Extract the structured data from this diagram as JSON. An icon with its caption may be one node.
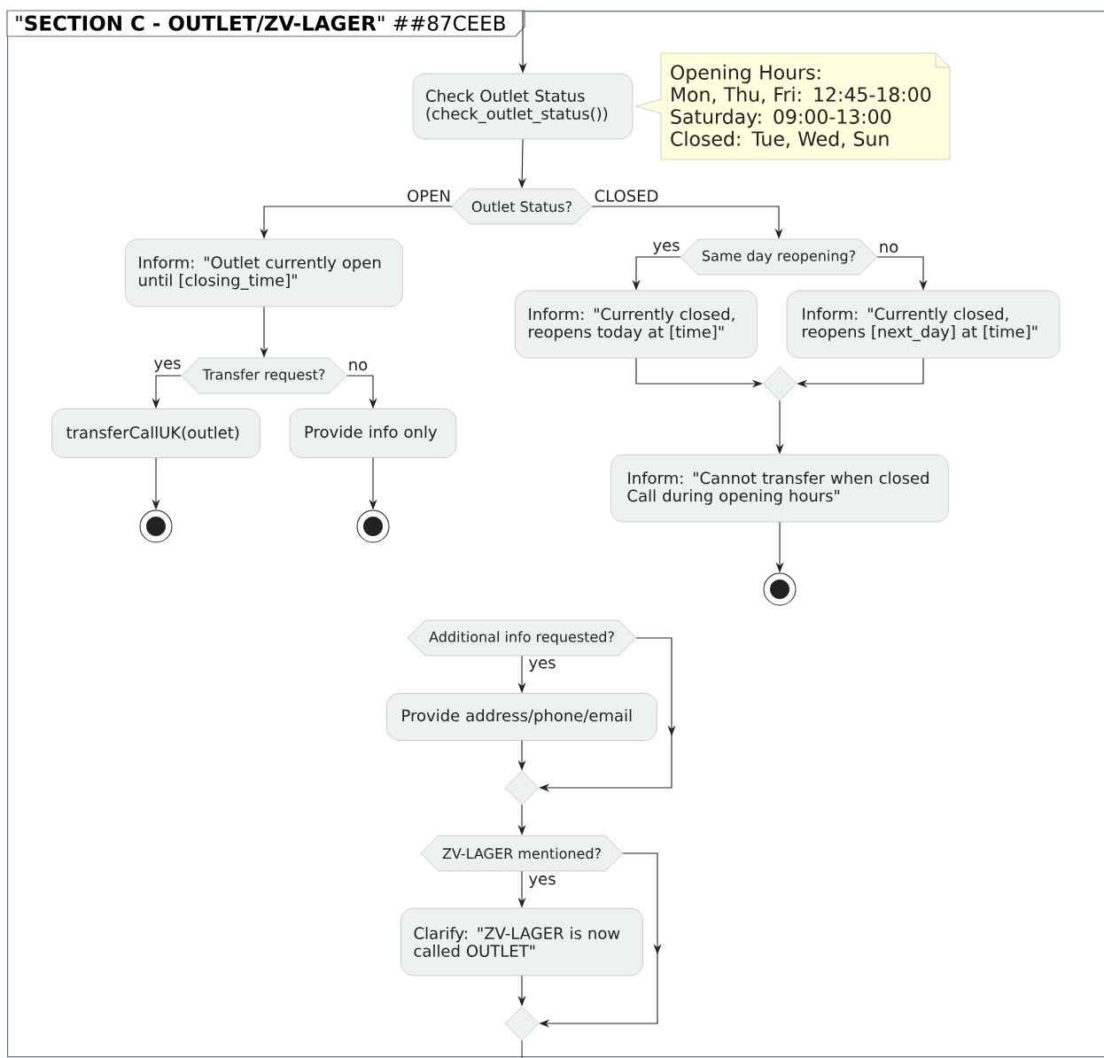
{
  "diagram": {
    "nodes": [
      {
        "text": [
          "\"**SECTION C - OUTLET/ZV-LAGER**\" ##87CEEB"
        ]
      },
      {
        "text": [
          "Check Outlet Status (check_outlet_status())"
        ],
        "in": 0
      },
      {
        "text": [
          "Opening Hours:",
          "Mon, Thu, Fri: 12:45-18:00",
          "Saturday: 09:00-13:00",
          "Closed: Tue, Wed, Sun"
        ],
        "in": 0
      },
      {
        "text": [
          "Outlet Status?"
        ],
        "in": 0
      },
      {
        "text": [
          "Inform: \"Outlet currently open until [closing_time]\""
        ],
        "in": 0
      },
      {
        "text": [
          "Same day reopening?"
        ],
        "in": 0
      },
      {
        "text": [
          "Inform: \"Currently closed, reopens today at [time]\""
        ],
        "in": 0
      },
      {
        "text": [
          "Inform: \"Currently closed, reopens [next_day] at [time]\""
        ],
        "in": 0
      },
      {
        "text": [],
        "shape": "diamond",
        "in": 0
      },
      {
        "text": [
          "Transfer request?"
        ],
        "in": 0
      },
      {
        "text": [
          "transferCallUK(outlet)"
        ],
        "in": 0
      },
      {
        "text": [
          "Provide info only"
        ],
        "in": 0
      },
      {
        "text": [],
        "shape": "circle",
        "in": 0
      },
      {
        "text": [],
        "shape": "circle",
        "in": 0
      },
      {
        "text": [
          "Inform: \"Cannot transfer when closed Call during opening hours\""
        ],
        "in": 0
      },
      {
        "text": [],
        "shape": "circle",
        "in": 0
      },
      {
        "text": [
          "Additional info requested?"
        ],
        "in": 0
      },
      {
        "text": [
          "Provide address/phone/email"
        ],
        "in": 0
      },
      {
        "text": [],
        "shape": "diamond",
        "in": 0
      },
      {
        "text": [
          "ZV-LAGER mentioned?"
        ],
        "in": 0
      },
      {
        "text": [
          "Clarify: \"ZV-LAGER is now called OUTLET\""
        ],
        "in": 0
      },
      {
        "text": [],
        "shape": "diamond",
        "in": 0
      }
    ],
    "edges": [
      {
        "from": null,
        "to": 1,
        "arrow": "to"
      },
      {
        "from": 1,
        "to": 3,
        "arrow": "to"
      },
      {
        "from": 3,
        "to": 4,
        "arrow": "to",
        "label": "OPEN"
      },
      {
        "from": 3,
        "to": 5,
        "arrow": "to",
        "label": "CLOSED"
      },
      {
        "from": 5,
        "to": 6,
        "arrow": "to",
        "label": "yes"
      },
      {
        "from": 5,
        "to": 7,
        "arrow": "to",
        "label": "no"
      },
      {
        "from": 6,
        "to": 8,
        "arrow": "to"
      },
      {
        "from": 7,
        "to": 8,
        "arrow": "to"
      },
      {
        "from": 8,
        "to": 14,
        "arrow": "to"
      },
      {
        "from": 14,
        "to": 15,
        "arrow": "to"
      },
      {
        "from": 4,
        "to": 9,
        "arrow": "to"
      },
      {
        "from": 9,
        "to": 10,
        "arrow": "to",
        "label": "yes"
      },
      {
        "from": 9,
        "to": 11,
        "arrow": "to",
        "label": "no"
      },
      {
        "from": 10,
        "to": 12,
        "arrow": "to"
      },
      {
        "from": 11,
        "to": 13,
        "arrow": "to"
      },
      {
        "from": 16,
        "to": 17,
        "arrow": "to",
        "label": "yes"
      },
      {
        "from": 16,
        "to": 18,
        "arrow": "to"
      },
      {
        "from": 17,
        "to": 18,
        "arrow": "to"
      },
      {
        "from": 18,
        "to": 19,
        "arrow": "to"
      },
      {
        "from": 19,
        "to": 20,
        "arrow": "to",
        "label": "yes"
      },
      {
        "from": 19,
        "to": 21,
        "arrow": "to"
      },
      {
        "from": 20,
        "to": 21,
        "arrow": "to"
      },
      {
        "from": 21,
        "to": null,
        "arrow": "none"
      }
    ]
  }
}
